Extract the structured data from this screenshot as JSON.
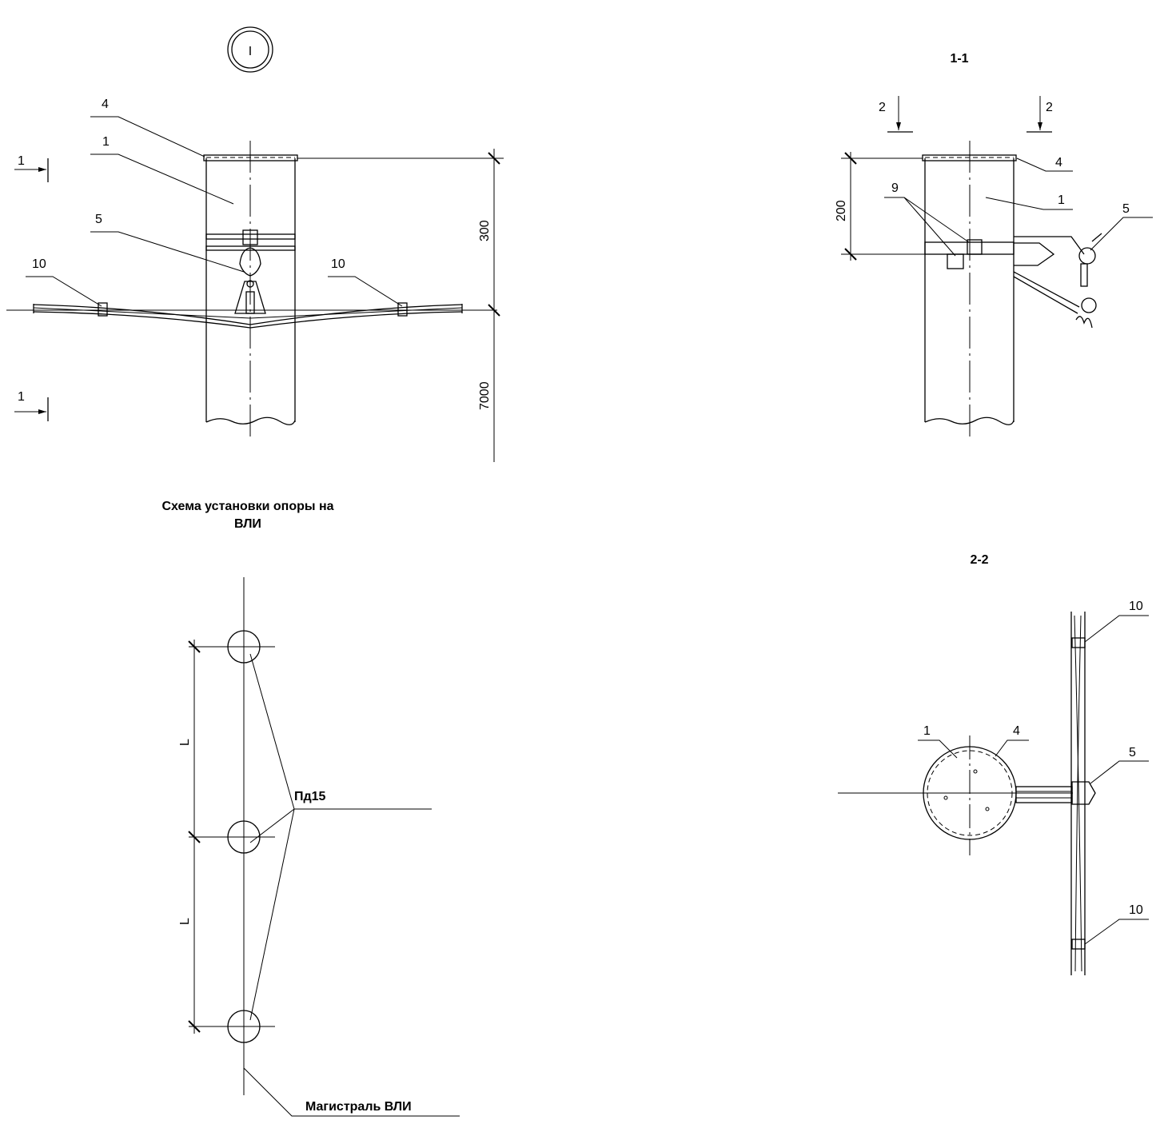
{
  "view_main": {
    "node_mark": "I",
    "pos_4": "4",
    "pos_1": "1",
    "pos_5": "5",
    "pos_10_left": "10",
    "pos_10_right": "10",
    "section_1_top": "1",
    "section_1_bottom": "1",
    "dim_300": "300",
    "dim_7000": "7000"
  },
  "view_1_1": {
    "title": "1-1",
    "section_2_left": "2",
    "section_2_right": "2",
    "dim_200": "200",
    "pos_4": "4",
    "pos_9": "9",
    "pos_1": "1",
    "pos_5": "5"
  },
  "scheme": {
    "title_line1": "Схема установки опоры на",
    "title_line2": "ВЛИ",
    "dim_L_top": "L",
    "dim_L_bottom": "L",
    "support_label": "Пд15",
    "line_label": "Магистраль ВЛИ"
  },
  "view_2_2": {
    "title": "2-2",
    "pos_10_top": "10",
    "pos_1": "1",
    "pos_4": "4",
    "pos_5": "5",
    "pos_10_bottom": "10"
  }
}
